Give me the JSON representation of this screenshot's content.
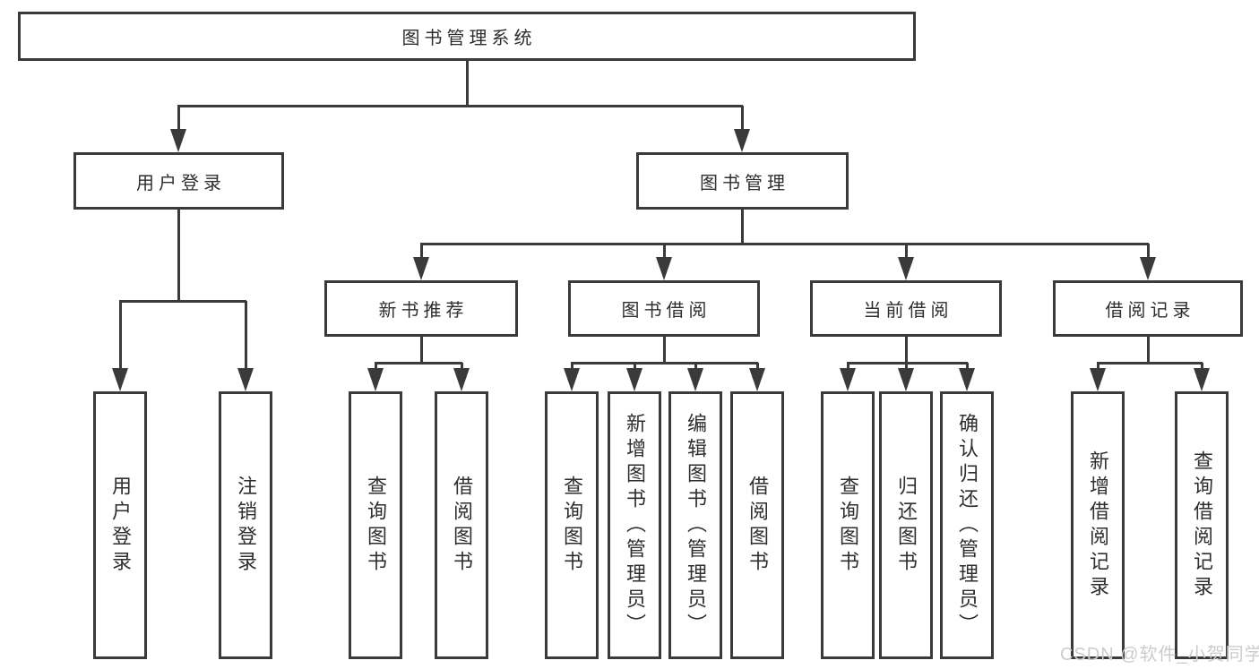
{
  "diagram": {
    "title": "图书管理系统",
    "tree": {
      "label": "图书管理系统",
      "children": [
        {
          "label": "用户登录",
          "children": [
            {
              "label": "用户登录"
            },
            {
              "label": "注销登录"
            }
          ]
        },
        {
          "label": "图书管理",
          "children": [
            {
              "label": "新书推荐",
              "children": [
                {
                  "label": "查询图书"
                },
                {
                  "label": "借阅图书"
                }
              ]
            },
            {
              "label": "图书借阅",
              "children": [
                {
                  "label": "查询图书"
                },
                {
                  "label": "新增图书（管理员）"
                },
                {
                  "label": "编辑图书（管理员）"
                },
                {
                  "label": "借阅图书"
                }
              ]
            },
            {
              "label": "当前借阅",
              "children": [
                {
                  "label": "查询图书"
                },
                {
                  "label": "归还图书"
                },
                {
                  "label": "确认归还（管理员）"
                }
              ]
            },
            {
              "label": "借阅记录",
              "children": [
                {
                  "label": "新增借阅记录"
                },
                {
                  "label": "查询借阅记录"
                }
              ]
            }
          ]
        }
      ]
    }
  },
  "watermark": {
    "text": "CSDN @软件_小贺同学",
    "color": "#cccccc"
  },
  "colors": {
    "line": "#3a3a3a",
    "text": "#2e2e2e",
    "background": "#ffffff"
  }
}
